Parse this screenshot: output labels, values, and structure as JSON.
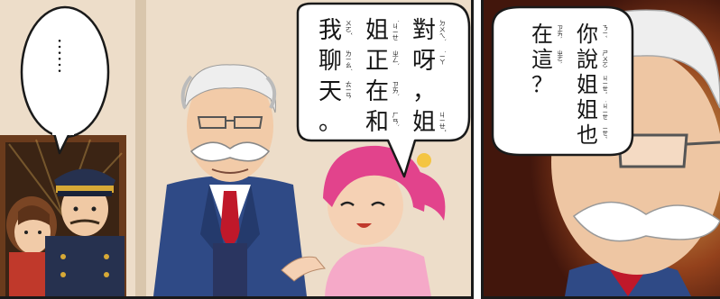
{
  "panels": [
    {
      "id": "left",
      "ellipsis": "……",
      "speech": {
        "columns": [
          {
            "chars": [
              "對",
              "呀",
              "，",
              "姐"
            ],
            "ruby": [
              "ㄉㄨㄟˋ",
              "˙ㄧㄚ",
              "",
              "ㄐㄧㄝˇ"
            ]
          },
          {
            "chars": [
              "姐",
              "正",
              "在",
              "和"
            ],
            "ruby": [
              "˙ㄐㄧㄝ",
              "ㄓㄥˋ",
              "ㄗㄞˋ",
              "ㄏㄢˋ"
            ]
          },
          {
            "chars": [
              "我",
              "聊",
              "天",
              "。"
            ],
            "ruby": [
              "ㄨㄛˇ",
              "ㄌㄧㄠˊ",
              "ㄊㄧㄢ",
              ""
            ]
          }
        ]
      }
    },
    {
      "id": "right",
      "speech": {
        "columns": [
          {
            "chars": [
              "你",
              "說",
              "姐",
              "姐",
              "也"
            ],
            "ruby": [
              "ㄋㄧˇ",
              "ㄕㄨㄛ",
              "ㄐㄧㄝˇ",
              "˙ㄐㄧㄝ",
              "ㄧㄝˇ"
            ]
          },
          {
            "chars": [
              "在",
              "這",
              "？"
            ],
            "ruby": [
              "ㄗㄞˋ",
              "ㄓㄜˋ",
              ""
            ]
          }
        ]
      }
    }
  ],
  "colors": {
    "wall": "#e9d9c4",
    "suit_blue": "#2f4a86",
    "tie_red": "#c0182a",
    "hair_pink": "#e2438c",
    "guard_navy": "#26314f",
    "gold": "#d7a936",
    "right_bg": "#5a1f12",
    "skin": "#f2cba8"
  },
  "icons": [
    "speech-bubble",
    "gentleman-character",
    "girl-character",
    "guard-character",
    "woman-character"
  ]
}
